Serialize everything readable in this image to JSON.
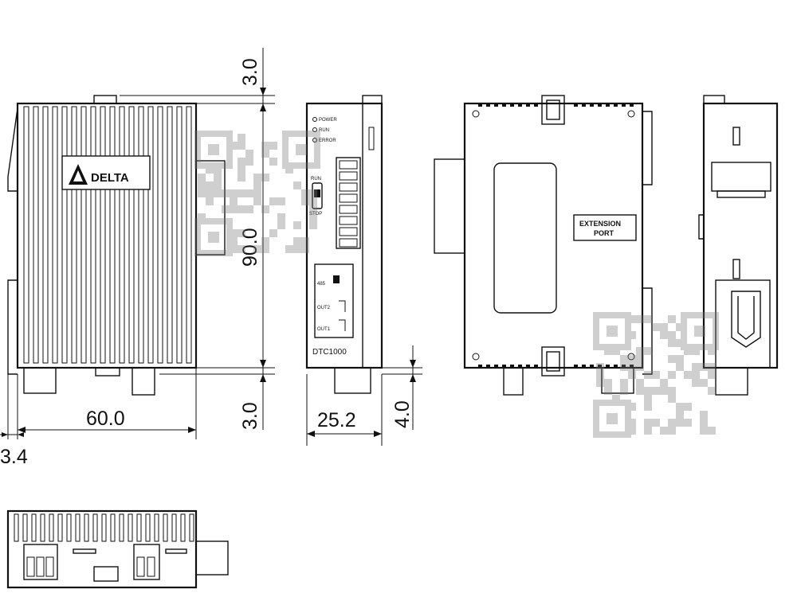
{
  "dimensions": {
    "top_clearance": "3.0",
    "height": "90.0",
    "bottom_clearance": "3.0",
    "width": "60.0",
    "rail_offset": "3.4",
    "depth": "25.2",
    "front_offset": "4.0"
  },
  "front_panel": {
    "led_power": "POWER",
    "led_run": "RUN",
    "led_error": "ERROR",
    "switch_run": "RUN",
    "switch_stop": "STOP",
    "port_485": "485",
    "out1": "OUT1",
    "out2": "OUT2",
    "model": "DTC1000"
  },
  "brand": {
    "logo_text": "DELTA"
  },
  "back_panel": {
    "ext_port_line1": "EXTENSION",
    "ext_port_line2": "PORT"
  },
  "colors": {
    "line": "#111111",
    "background": "#ffffff"
  }
}
